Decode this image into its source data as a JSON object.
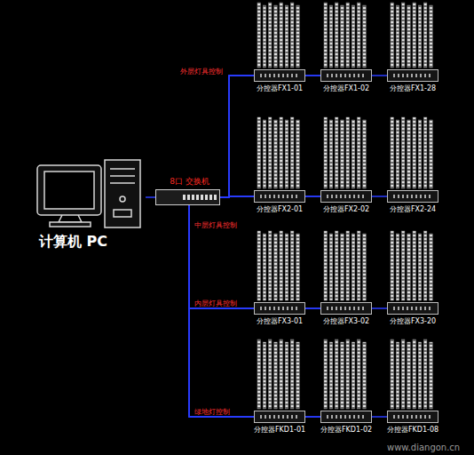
{
  "diagram": {
    "nodes": [
      {
        "text": [
          "计算机 PC"
        ]
      },
      {
        "text": [
          "8口 交换机"
        ]
      },
      {
        "text": [
          "分控器FX1-01"
        ]
      },
      {
        "text": [
          "分控器FX1-02"
        ]
      },
      {
        "text": [
          "分控器FX1-28"
        ]
      },
      {
        "text": [
          "分控器FX2-01"
        ]
      },
      {
        "text": [
          "分控器FX2-02"
        ]
      },
      {
        "text": [
          "分控器FX2-24"
        ]
      },
      {
        "text": [
          "分控器FX3-01"
        ]
      },
      {
        "text": [
          "分控器FX3-02"
        ]
      },
      {
        "text": [
          "分控器FX3-20"
        ]
      },
      {
        "text": [
          "分控器FKD1-01"
        ]
      },
      {
        "text": [
          "分控器FKD1-02"
        ]
      },
      {
        "text": [
          "分控器FKD1-08"
        ]
      }
    ],
    "edges": [
      {
        "from": 0,
        "to": 1,
        "arrow": "none"
      },
      {
        "from": 1,
        "to": 2,
        "arrow": "none"
      },
      {
        "from": 1,
        "to": 3,
        "arrow": "none"
      },
      {
        "from": 1,
        "to": 4,
        "arrow": "none"
      },
      {
        "from": 1,
        "to": 5,
        "arrow": "none"
      },
      {
        "from": 1,
        "to": 6,
        "arrow": "none"
      },
      {
        "from": 1,
        "to": 7,
        "arrow": "none"
      },
      {
        "from": 1,
        "to": 8,
        "arrow": "none"
      },
      {
        "from": 1,
        "to": 9,
        "arrow": "none"
      },
      {
        "from": 1,
        "to": 10,
        "arrow": "none"
      },
      {
        "from": 1,
        "to": 11,
        "arrow": "none"
      },
      {
        "from": 1,
        "to": 12,
        "arrow": "none"
      },
      {
        "from": 1,
        "to": 13,
        "arrow": "none"
      }
    ],
    "labels": [
      "外层灯具控制",
      "中层灯具控制",
      "内层灯具控制",
      "绿地灯控制",
      "www.diangon.cn"
    ]
  }
}
